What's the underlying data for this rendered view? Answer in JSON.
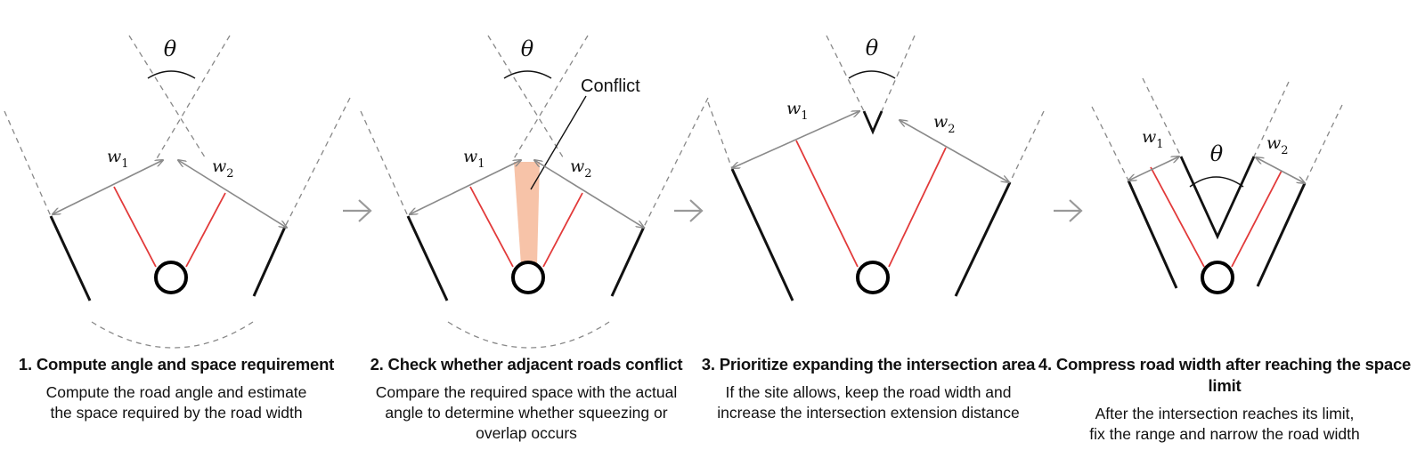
{
  "symbols": {
    "theta": "θ",
    "w": "w",
    "sub1": "1",
    "sub2": "2"
  },
  "labels": {
    "conflict": "Conflict"
  },
  "colors": {
    "road_edge": "#111111",
    "guide": "#888888",
    "road_width": "#e23a3a",
    "conflict_fill": "#f7c3a8",
    "arrow": "#8a8a8a"
  },
  "arrows": [
    "arrow-right-icon",
    "arrow-right-icon",
    "arrow-right-icon"
  ],
  "steps": [
    {
      "title": "1. Compute angle and space requirement",
      "lines": [
        "Compute the road angle and estimate",
        "the space required by the road width"
      ]
    },
    {
      "title": "2. Check whether adjacent roads conflict",
      "lines": [
        "Compare the required space with the actual",
        "angle to determine whether squeezing or",
        "overlap occurs"
      ]
    },
    {
      "title": "3. Prioritize expanding the intersection area",
      "lines": [
        "If the site allows, keep the road width and",
        "increase the intersection extension distance"
      ]
    },
    {
      "title": "4. Compress road width after reaching the space limit",
      "lines": [
        "After the intersection reaches its limit,",
        "fix the range and narrow the road width"
      ]
    }
  ]
}
